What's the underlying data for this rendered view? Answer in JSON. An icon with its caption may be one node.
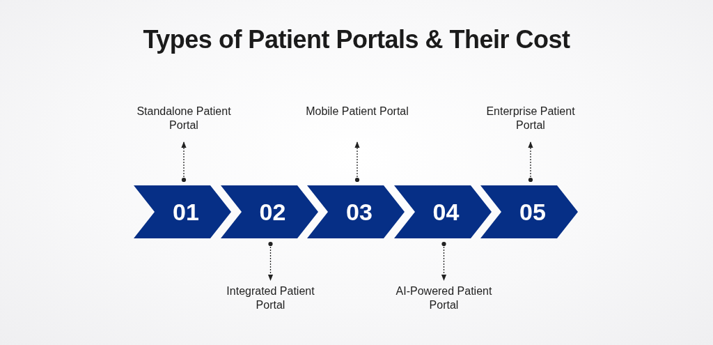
{
  "diagram": {
    "title": "Types of Patient Portals & Their Cost",
    "nodes": [
      {
        "text": [
          "01"
        ]
      },
      {
        "text": [
          "02"
        ]
      },
      {
        "text": [
          "03"
        ]
      },
      {
        "text": [
          "04"
        ]
      },
      {
        "text": [
          "05"
        ]
      },
      {
        "text": [
          "Standalone Patient Portal"
        ]
      },
      {
        "text": [
          "Integrated Patient Portal"
        ]
      },
      {
        "text": [
          "Mobile Patient Portal"
        ]
      },
      {
        "text": [
          "AI-Powered Patient Portal"
        ]
      },
      {
        "text": [
          "Enterprise Patient Portal"
        ]
      }
    ],
    "edges": [
      {
        "from": 0,
        "to": 5,
        "arrow": "to",
        "style": "dashed"
      },
      {
        "from": 1,
        "to": 6,
        "arrow": "to",
        "style": "dashed"
      },
      {
        "from": 2,
        "to": 7,
        "arrow": "to",
        "style": "dashed"
      },
      {
        "from": 3,
        "to": 8,
        "arrow": "to",
        "style": "dashed"
      },
      {
        "from": 4,
        "to": 9,
        "arrow": "to",
        "style": "dashed"
      }
    ]
  }
}
